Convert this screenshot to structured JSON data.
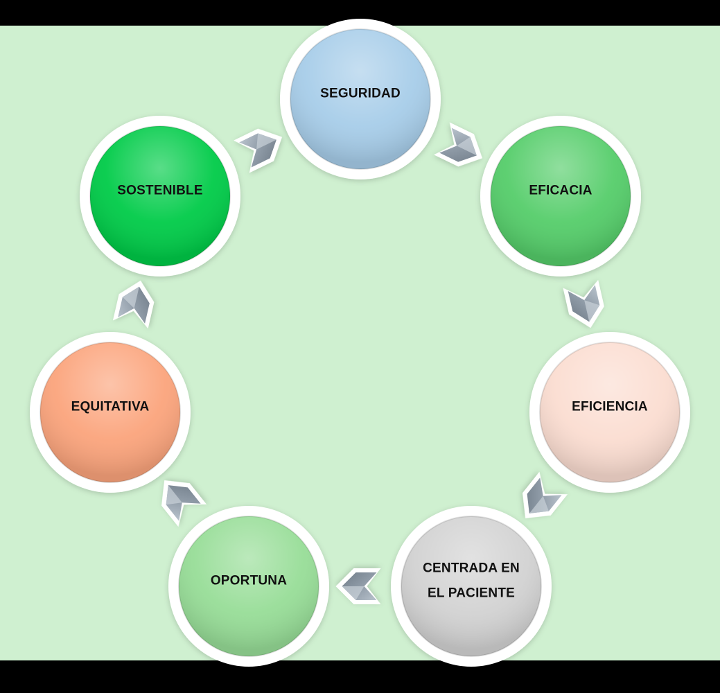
{
  "diagram": {
    "background": "#cff0d0",
    "nodes": [
      {
        "id": "seguridad",
        "lines": [
          "SEGURIDAD"
        ],
        "color": "#a7cde9"
      },
      {
        "id": "eficacia",
        "lines": [
          "EFICACIA"
        ],
        "color": "#55cd6a"
      },
      {
        "id": "eficiencia",
        "lines": [
          "EFICIENCIA"
        ],
        "color": "#fbddd1"
      },
      {
        "id": "centrada",
        "lines": [
          "CENTRADA EN",
          "EL PACIENTE"
        ],
        "color": "#d2d2d2"
      },
      {
        "id": "oportuna",
        "lines": [
          "OPORTUNA"
        ],
        "color": "#97dd97"
      },
      {
        "id": "equitativa",
        "lines": [
          "EQUITATIVA"
        ],
        "color": "#fba47c"
      },
      {
        "id": "sostenible",
        "lines": [
          "SOSTENIBLE"
        ],
        "color": "#00cb48"
      }
    ],
    "edges": [
      {
        "from": "seguridad",
        "to": "eficacia"
      },
      {
        "from": "eficacia",
        "to": "eficiencia"
      },
      {
        "from": "eficiencia",
        "to": "centrada"
      },
      {
        "from": "centrada",
        "to": "oportuna"
      },
      {
        "from": "oportuna",
        "to": "equitativa"
      },
      {
        "from": "equitativa",
        "to": "sostenible"
      },
      {
        "from": "sostenible",
        "to": "seguridad"
      }
    ],
    "arrow_icon": "chevron-arrow-icon",
    "arrow_color": "#9aa7b4"
  }
}
